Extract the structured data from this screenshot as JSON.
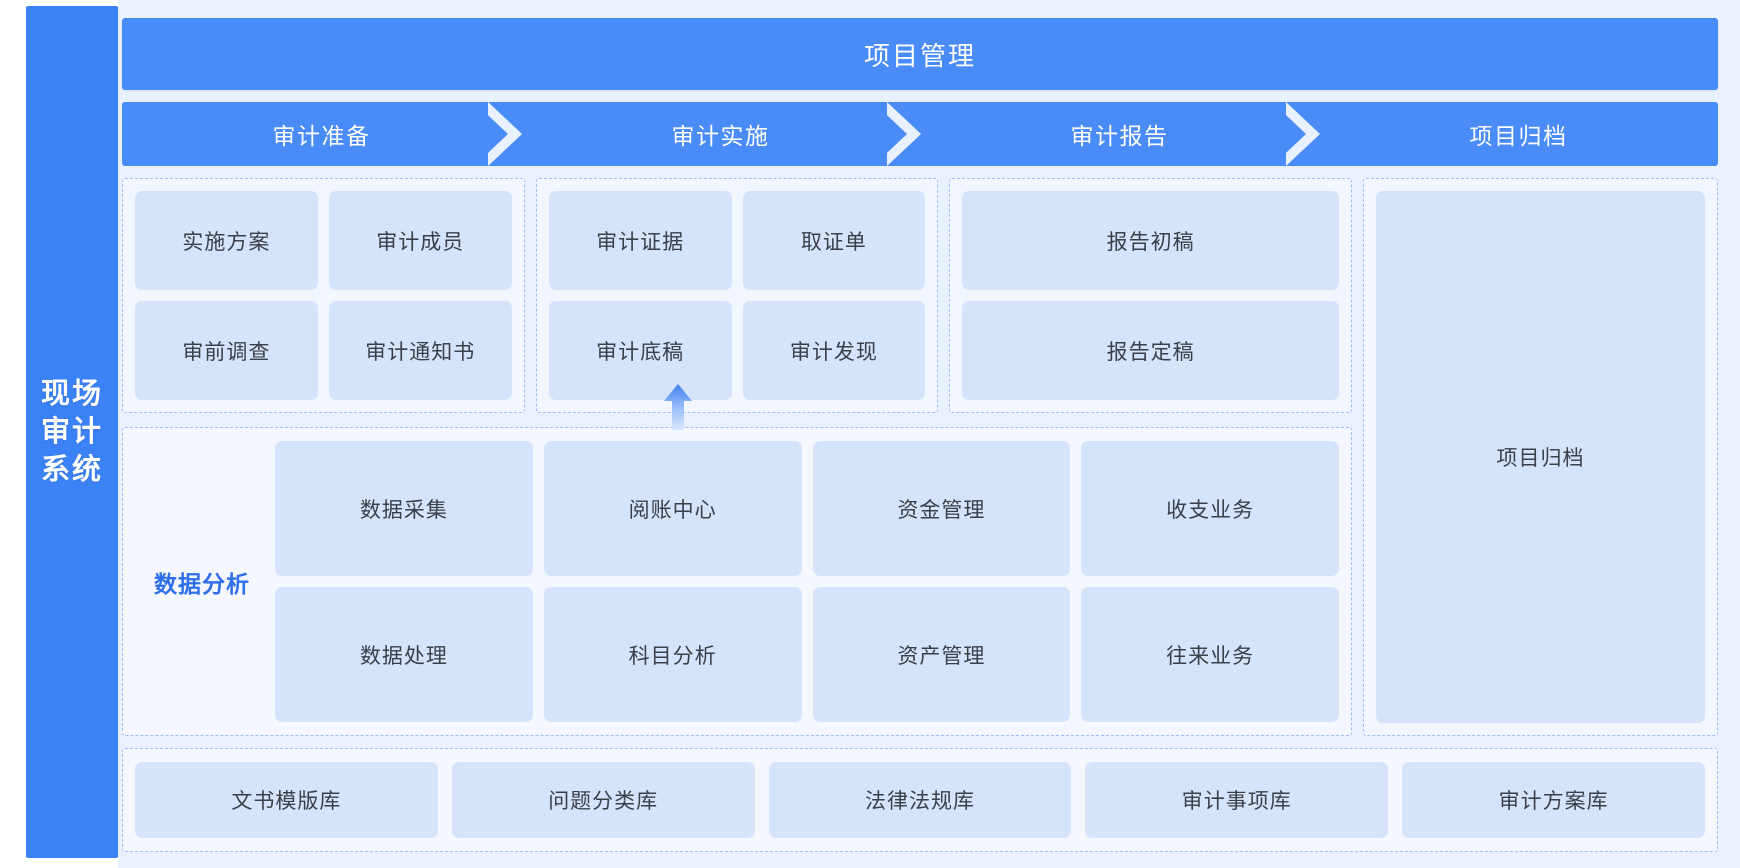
{
  "brand": {
    "title": "现场审计系统",
    "color": "#3b82f6"
  },
  "header": {
    "title": "项目管理",
    "color": "#4a8cf7"
  },
  "stages": [
    {
      "label": "审计准备"
    },
    {
      "label": "审计实施"
    },
    {
      "label": "审计报告"
    },
    {
      "label": "项目归档"
    }
  ],
  "groups": {
    "preparation": {
      "cards": [
        "实施方案",
        "审计成员",
        "审前调查",
        "审计通知书"
      ]
    },
    "implementation": {
      "cards": [
        "审计证据",
        "取证单",
        "审计底稿",
        "审计发现"
      ]
    },
    "report": {
      "cards": [
        "报告初稿",
        "报告定稿"
      ]
    },
    "archive": {
      "card": "项目归档"
    }
  },
  "analysis": {
    "label": "数据分析",
    "label_color": "#2f6fe8",
    "cards": [
      "数据采集",
      "阅账中心",
      "资金管理",
      "收支业务",
      "数据处理",
      "科目分析",
      "资产管理",
      "往来业务"
    ],
    "arrow_icon": "arrow-up-icon"
  },
  "libraries": {
    "cards": [
      "文书模版库",
      "问题分类库",
      "法律法规库",
      "审计事项库",
      "审计方案库"
    ]
  },
  "palette": {
    "card_bg": "#d6e4fb",
    "panel_bg": "#eaf1fe",
    "dashed_border": "#9dbdf3",
    "text": "#3a3f4a"
  }
}
